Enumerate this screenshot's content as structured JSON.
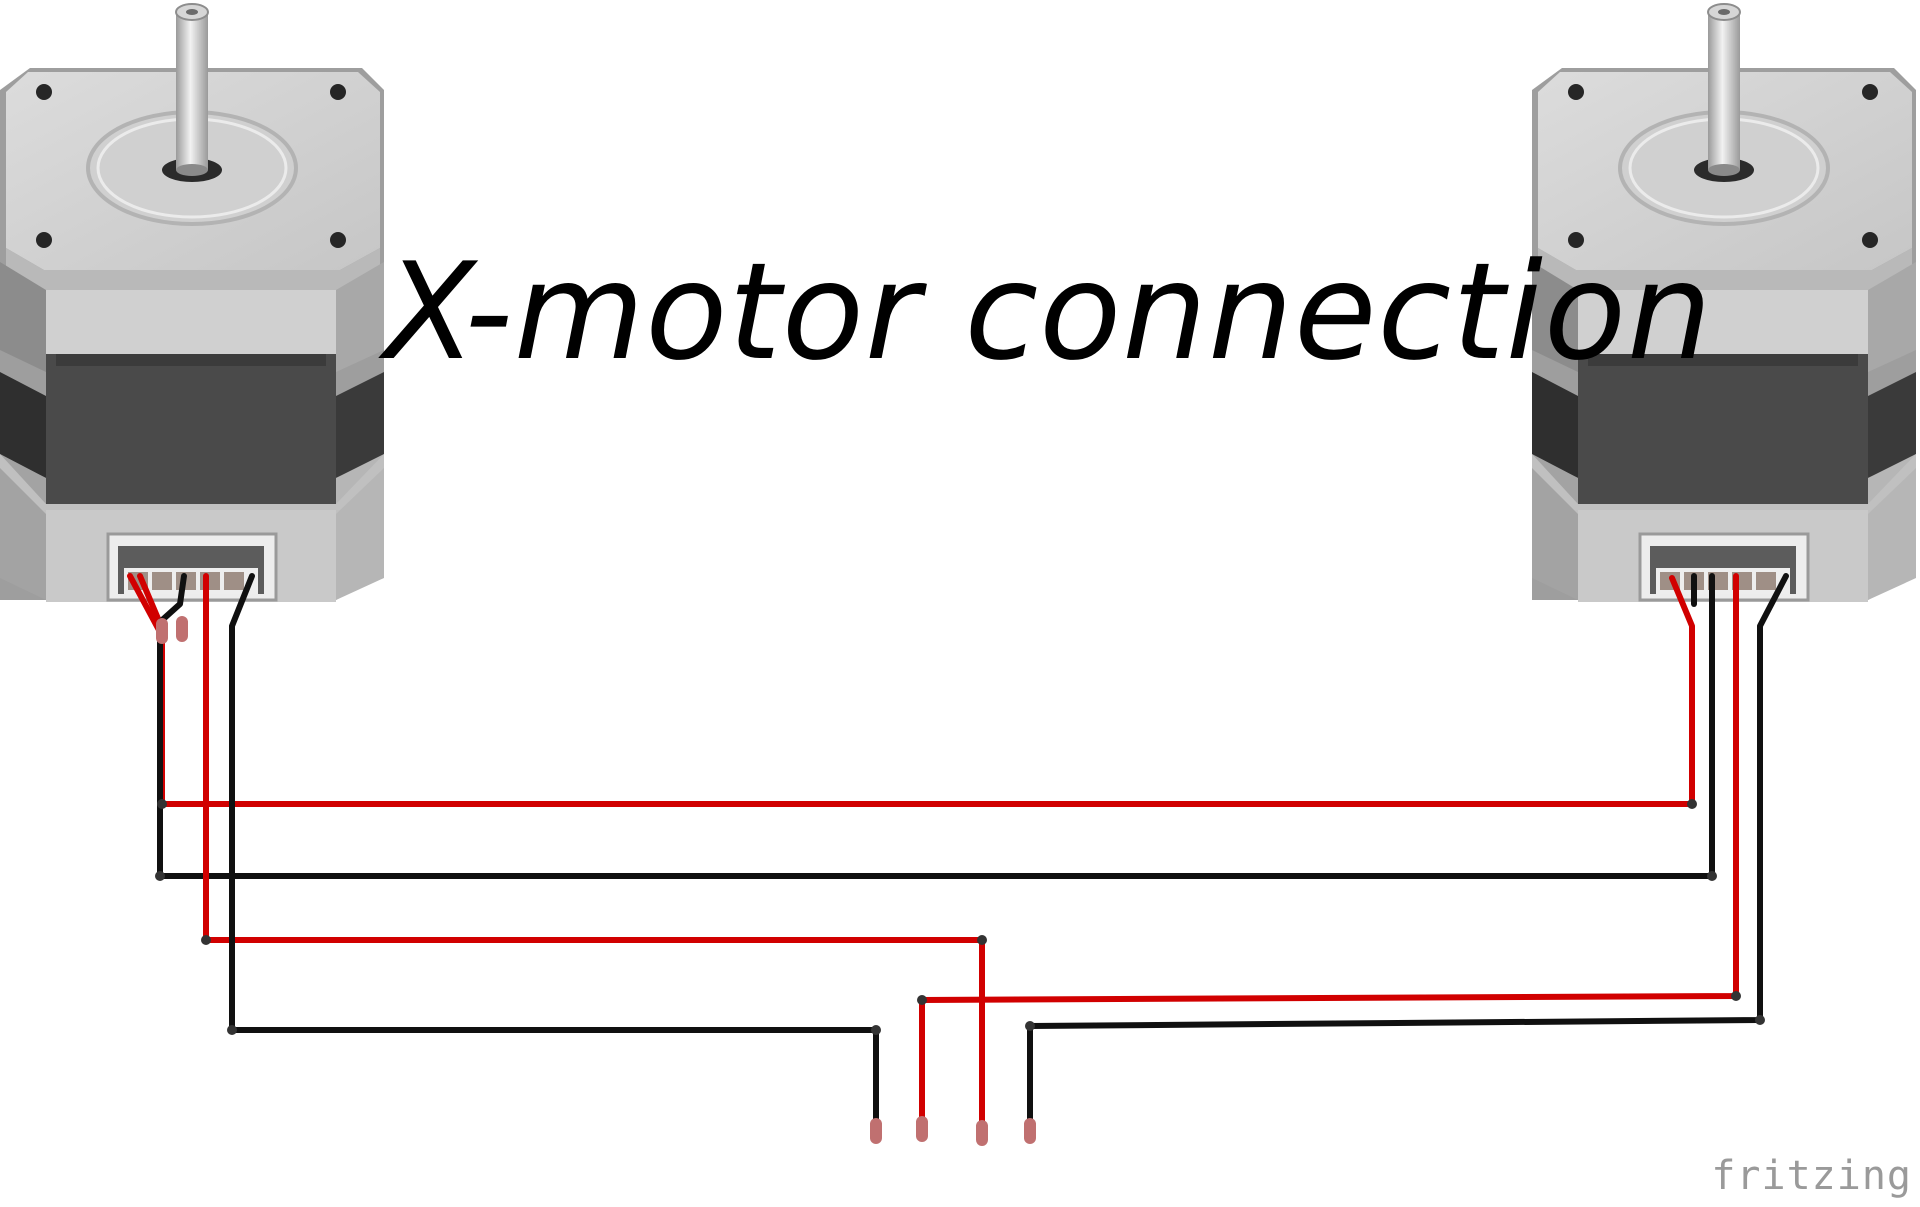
{
  "title": "X-motor connection",
  "watermark": "fritzing",
  "motors": [
    {
      "id": "left",
      "label": ""
    },
    {
      "id": "right",
      "label": ""
    }
  ],
  "wires": [
    {
      "color": "red"
    },
    {
      "color": "black"
    },
    {
      "color": "red"
    },
    {
      "color": "black"
    },
    {
      "color": "black"
    },
    {
      "color": "red"
    },
    {
      "color": "red"
    },
    {
      "color": "black"
    }
  ],
  "colors": {
    "wire_red": "#d10000",
    "wire_black": "#101010",
    "motor_light": "#d4d4d4",
    "motor_mid": "#b0b0b0",
    "motor_dark": "#4a4a4a",
    "text": "#000000",
    "watermark": "#9a9a9a"
  }
}
